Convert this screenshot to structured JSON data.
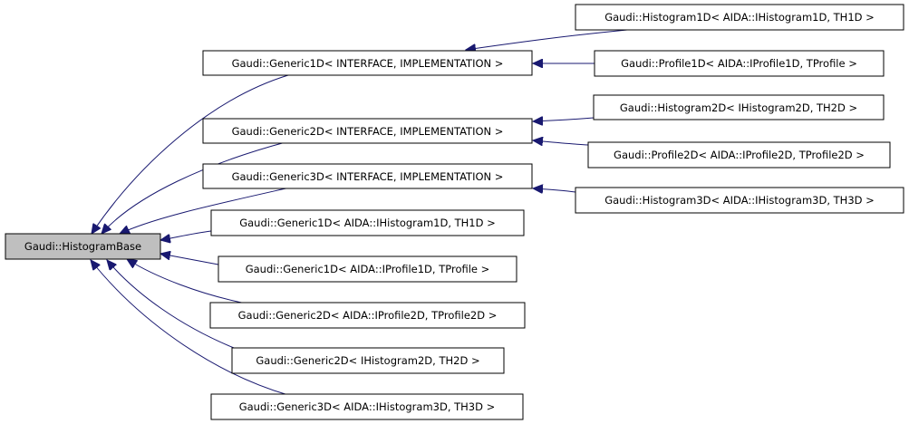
{
  "diagram": {
    "type": "inheritance-graph",
    "edge_color": "#191970",
    "root_fill": "#bfbfbf",
    "nodes": {
      "base": "Gaudi::HistogramBase",
      "generic1d": "Gaudi::Generic1D< INTERFACE, IMPLEMENTATION >",
      "generic2d": "Gaudi::Generic2D< INTERFACE, IMPLEMENTATION >",
      "generic3d": "Gaudi::Generic3D< INTERFACE, IMPLEMENTATION >",
      "generic1d_histo": "Gaudi::Generic1D< AIDA::IHistogram1D, TH1D >",
      "generic1d_prof": "Gaudi::Generic1D< AIDA::IProfile1D, TProfile >",
      "generic2d_prof": "Gaudi::Generic2D< AIDA::IProfile2D, TProfile2D >",
      "generic2d_histo": "Gaudi::Generic2D< IHistogram2D, TH2D >",
      "generic3d_histo": "Gaudi::Generic3D< AIDA::IHistogram3D, TH3D >",
      "histogram1d": "Gaudi::Histogram1D< AIDA::IHistogram1D, TH1D >",
      "profile1d": "Gaudi::Profile1D< AIDA::IProfile1D, TProfile >",
      "histogram2d": "Gaudi::Histogram2D< IHistogram2D, TH2D >",
      "profile2d": "Gaudi::Profile2D< AIDA::IProfile2D, TProfile2D >",
      "histogram3d": "Gaudi::Histogram3D< AIDA::IHistogram3D, TH3D >"
    }
  }
}
